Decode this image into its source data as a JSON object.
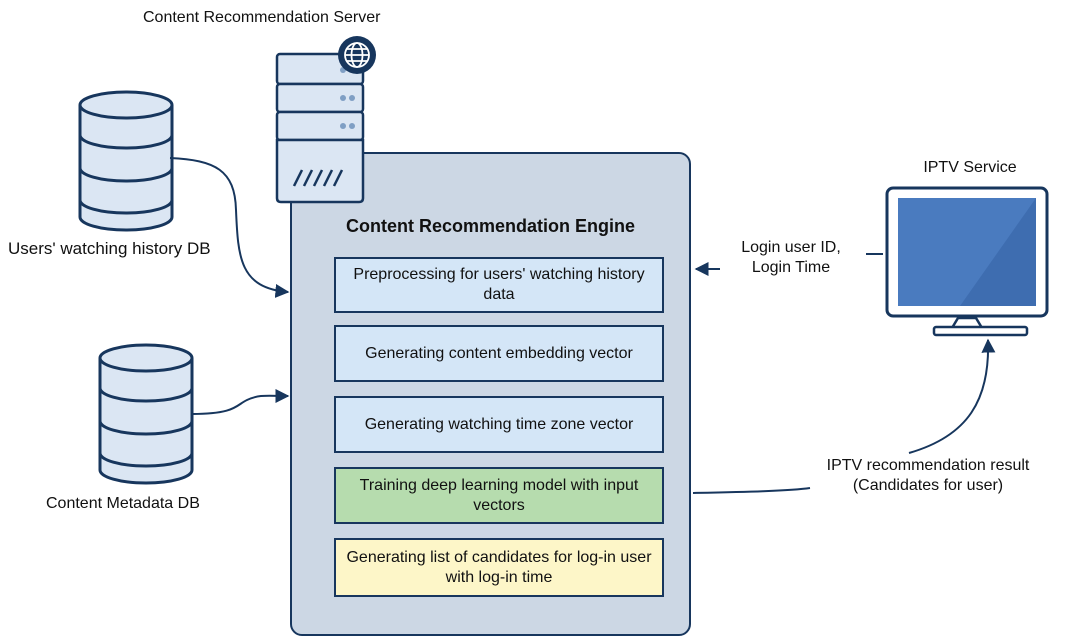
{
  "server": {
    "title": "Content Recommendation Server"
  },
  "engine": {
    "title": "Content Recommendation Engine",
    "steps": [
      {
        "text": "Preprocessing for users' watching history data",
        "color": "#d4e6f7"
      },
      {
        "text": "Generating content embedding vector",
        "color": "#d4e6f7"
      },
      {
        "text": "Generating watching time zone vector",
        "color": "#d4e6f7"
      },
      {
        "text": "Training deep learning model with input vectors",
        "color": "#b6dcae"
      },
      {
        "text": "Generating list of candidates for log-in user with log-in time",
        "color": "#fdf6c8"
      }
    ]
  },
  "databases": {
    "history": {
      "label": "Users' watching history DB"
    },
    "metadata": {
      "label": "Content Metadata DB"
    }
  },
  "iptv": {
    "title": "IPTV Service",
    "login_line1": "Login user ID,",
    "login_line2": "Login Time",
    "result_line1": "IPTV recommendation result",
    "result_line2": "(Candidates for user)"
  },
  "colors": {
    "outline": "#17365d",
    "engine_bg": "#ccd7e4",
    "tv_screen": "#3e6db0",
    "server_body": "#dbe6f3"
  },
  "icons": [
    "server-icon",
    "globe-icon",
    "database-icon",
    "monitor-icon"
  ]
}
